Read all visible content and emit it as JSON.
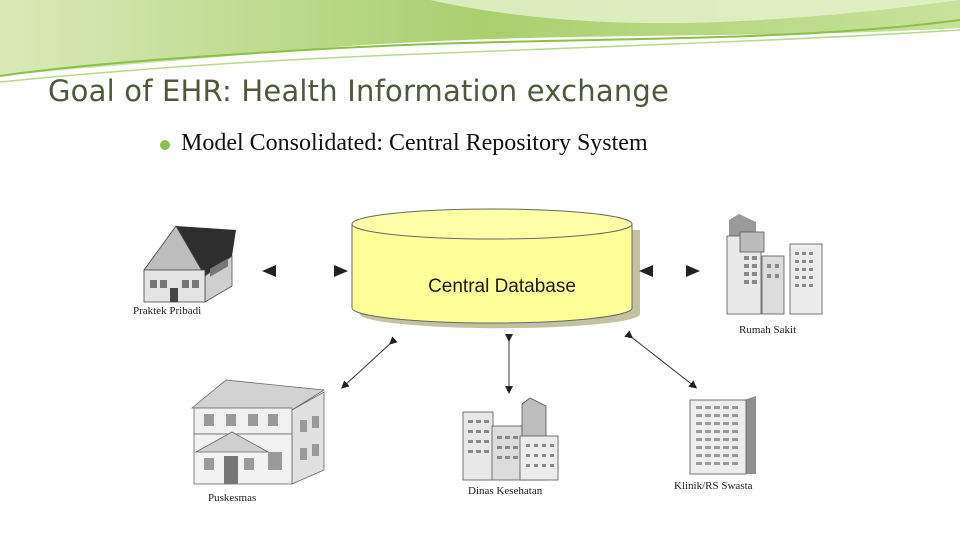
{
  "slide": {
    "title": "Goal of EHR: Health Information exchange",
    "bullet": "Model Consolidated: Central Repository System"
  },
  "diagram": {
    "central_node": "Central Database",
    "nodes": [
      {
        "id": "praktek",
        "label": "Praktek Pribadi",
        "icon": "house-icon"
      },
      {
        "id": "rumah-sakit",
        "label": "Rumah Sakit",
        "icon": "hospital-buildings-icon"
      },
      {
        "id": "puskesmas",
        "label": "Puskesmas",
        "icon": "two-story-house-icon"
      },
      {
        "id": "dinas",
        "label": "Dinas Kesehatan",
        "icon": "office-buildings-icon"
      },
      {
        "id": "klinik",
        "label": "Klinik/RS Swasta",
        "icon": "office-tower-icon"
      }
    ],
    "colors": {
      "database_fill": "#ffff99",
      "banner_green": "#a9cf6e",
      "bullet": "#8fc04e"
    }
  }
}
